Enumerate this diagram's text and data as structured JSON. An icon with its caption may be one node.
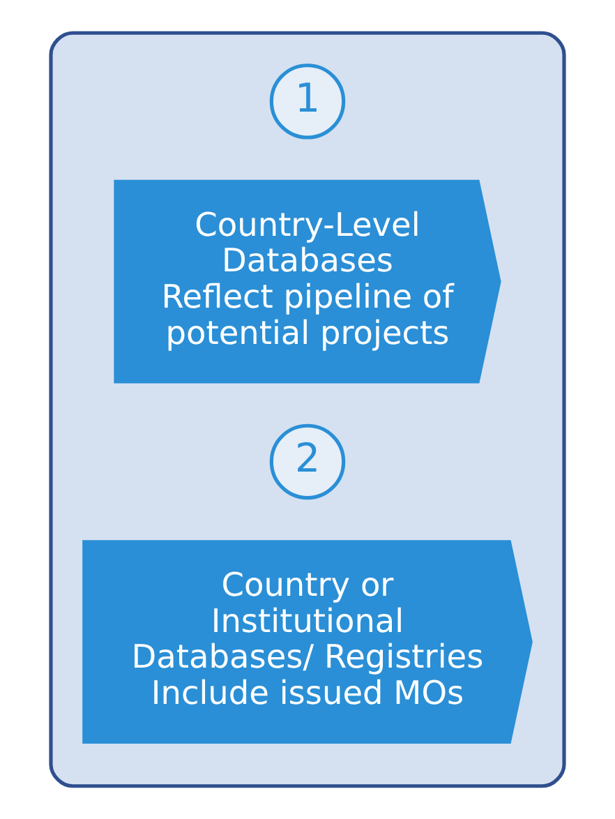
{
  "diagram": {
    "nodes": [
      {
        "text": [],
        "shape": "box"
      },
      {
        "text": [
          "1"
        ],
        "in": 0
      },
      {
        "text": [
          "Country-Level Databases",
          "Reflect pipeline of potential projects"
        ],
        "in": 0
      },
      {
        "text": [
          "2"
        ],
        "in": 0
      },
      {
        "text": [
          "Country or Institutional Databases/ Registries",
          "Include issued MOs"
        ],
        "in": 0
      }
    ]
  }
}
